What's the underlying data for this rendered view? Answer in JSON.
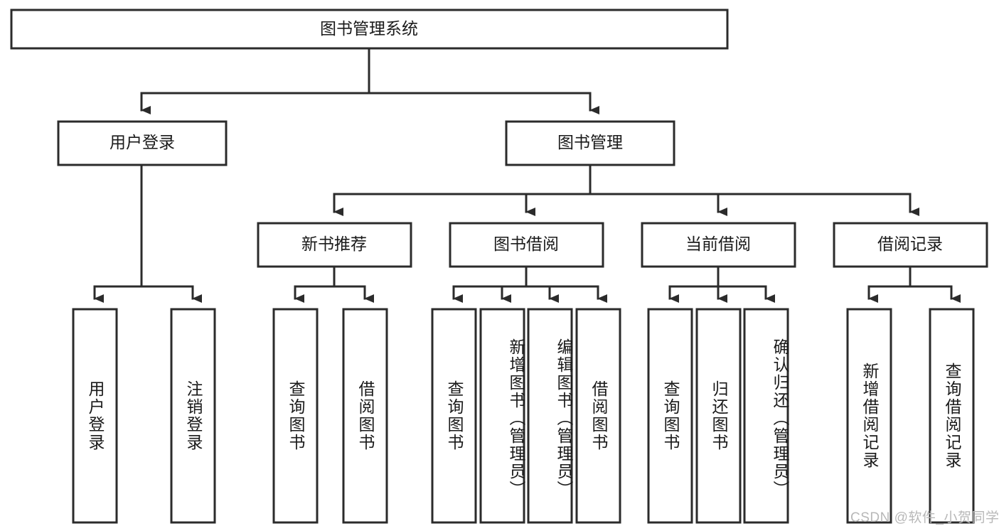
{
  "diagram": {
    "type": "tree",
    "title": "图书管理系统",
    "watermark": "CSDN @软件_小贺同学",
    "levels": {
      "root": {
        "label": "图书管理系统"
      },
      "level2": [
        {
          "label": "用户登录"
        },
        {
          "label": "图书管理"
        }
      ],
      "level3": [
        {
          "label": "新书推荐",
          "parent": "图书管理"
        },
        {
          "label": "图书借阅",
          "parent": "图书管理"
        },
        {
          "label": "当前借阅",
          "parent": "图书管理"
        },
        {
          "label": "借阅记录",
          "parent": "图书管理"
        }
      ],
      "leaves": [
        {
          "label": "用户登录",
          "parent": "用户登录",
          "align": "center"
        },
        {
          "label": "注销登录",
          "parent": "用户登录",
          "align": "center"
        },
        {
          "label": "查询图书",
          "parent": "新书推荐",
          "align": "center"
        },
        {
          "label": "借阅图书",
          "parent": "新书推荐",
          "align": "center"
        },
        {
          "label": "查询图书",
          "parent": "图书借阅",
          "align": "center"
        },
        {
          "label": "新增图书（管理员）",
          "parent": "图书借阅",
          "align": "top"
        },
        {
          "label": "编辑图书（管理员）",
          "parent": "图书借阅",
          "align": "top"
        },
        {
          "label": "借阅图书",
          "parent": "图书借阅",
          "align": "center"
        },
        {
          "label": "查询图书",
          "parent": "当前借阅",
          "align": "center"
        },
        {
          "label": "归还图书",
          "parent": "当前借阅",
          "align": "center"
        },
        {
          "label": "确认归还（管理员）",
          "parent": "当前借阅",
          "align": "top"
        },
        {
          "label": "新增借阅记录",
          "parent": "借阅记录",
          "align": "center"
        },
        {
          "label": "查询借阅记录",
          "parent": "借阅记录",
          "align": "center"
        }
      ]
    },
    "colors": {
      "stroke": "#2b2b2b",
      "fill": "#ffffff",
      "text": "#1a1a1a",
      "watermark": "#b8b8b8"
    }
  }
}
